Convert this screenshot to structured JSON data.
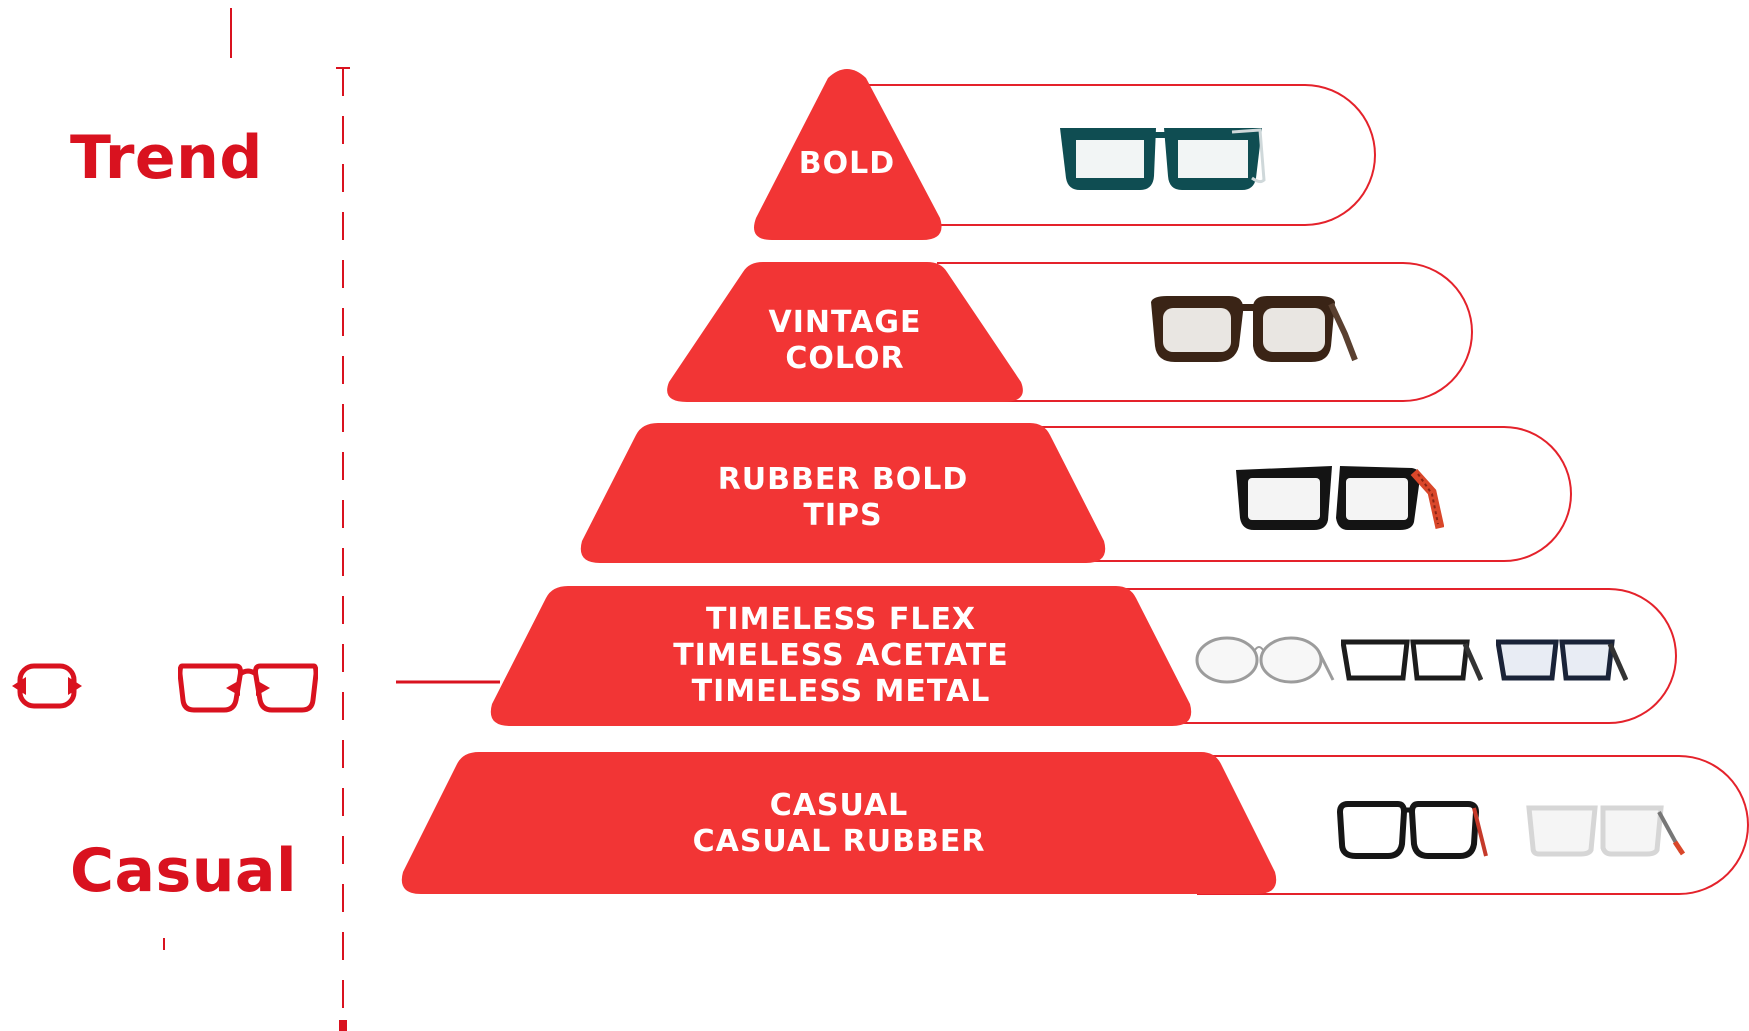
{
  "axis": {
    "top_label": "Trend",
    "bottom_label": "Casual"
  },
  "tiers": [
    {
      "lines": [
        "BOLD"
      ],
      "frames": [
        "teal-square-bold-frame-icon"
      ]
    },
    {
      "lines": [
        "VINTAGE",
        "COLOR"
      ],
      "frames": [
        "tortoise-vintage-frame-icon"
      ]
    },
    {
      "lines": [
        "RUBBER BOLD",
        "TIPS"
      ],
      "frames": [
        "black-rubber-tips-frame-icon"
      ]
    },
    {
      "lines": [
        "TIMELESS FLEX",
        "TIMELESS ACETATE",
        "TIMELESS METAL"
      ],
      "frames": [
        "silver-round-metal-frame-icon",
        "black-acetate-frame-icon",
        "navy-flex-frame-icon"
      ]
    },
    {
      "lines": [
        "CASUAL",
        "CASUAL RUBBER"
      ],
      "frames": [
        "black-casual-frame-icon",
        "white-rubber-frame-icon"
      ]
    }
  ],
  "icons": {
    "adjust": "frame-width-adjust-icon",
    "narrow": "frame-narrow-icon"
  },
  "colors": {
    "accent": "#e4222b",
    "tier_fill": "#f23535",
    "tier_text": "#ffffff"
  }
}
